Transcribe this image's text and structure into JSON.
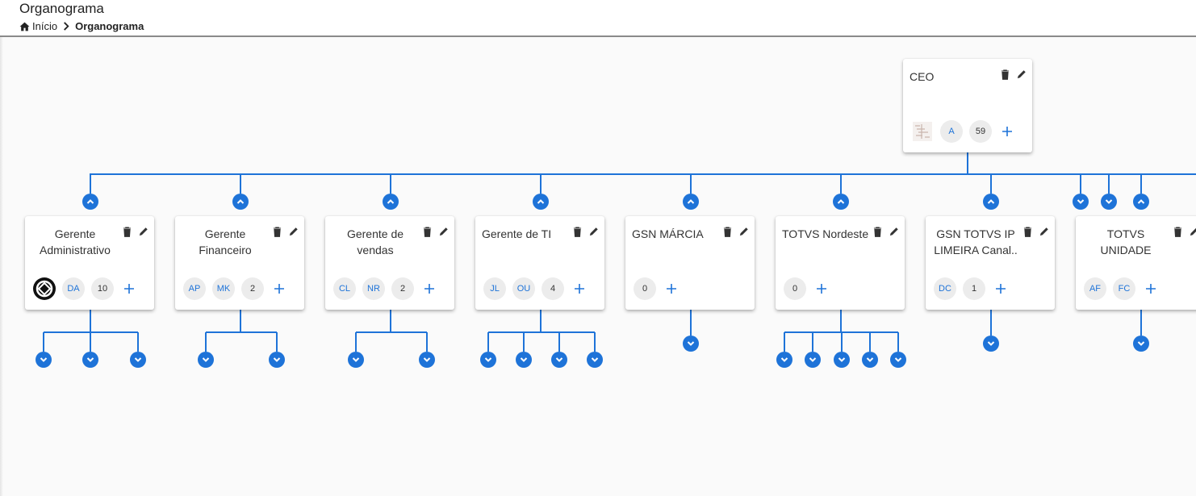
{
  "header": {
    "title": "Organograma",
    "breadcrumb": {
      "home": "Início",
      "current": "Organograma"
    }
  },
  "colors": {
    "accent": "#1e73d8",
    "line": "#1e73d8",
    "chip_bg": "#ececec"
  },
  "icons": {
    "delete": "trash-icon",
    "edit": "pencil-icon",
    "add": "plus-icon",
    "expand": "chevron-down-icon",
    "collapse": "chevron-up-icon"
  },
  "org": {
    "root": {
      "title": "CEO",
      "members": [
        "A"
      ],
      "count": "59"
    },
    "children": [
      {
        "title_lines": [
          "Gerente",
          "Administrativo"
        ],
        "members": [
          "DA"
        ],
        "count": "10",
        "has_logo": true,
        "sub_toggles": 3
      },
      {
        "title_lines": [
          "Gerente",
          "Financeiro"
        ],
        "members": [
          "AP",
          "MK"
        ],
        "count": "2",
        "sub_toggles": 2
      },
      {
        "title_lines": [
          "Gerente de",
          "vendas"
        ],
        "members": [
          "CL",
          "NR"
        ],
        "count": "2",
        "sub_toggles": 2
      },
      {
        "title_lines": [
          "Gerente de TI"
        ],
        "members": [
          "JL",
          "OU"
        ],
        "count": "4",
        "sub_toggles": 4
      },
      {
        "title_lines": [
          "GSN MÁRCIA"
        ],
        "members": [],
        "count": "0",
        "sub_toggles": 1
      },
      {
        "title_lines": [
          "TOTVS Nordeste"
        ],
        "members": [],
        "count": "0",
        "sub_toggles": 5
      },
      {
        "title_lines": [
          "GSN TOTVS IP",
          "LIMEIRA Canal.."
        ],
        "members": [
          "DC"
        ],
        "count": "1",
        "sub_toggles": 1
      },
      {
        "title_lines": [
          "TOTVS",
          "UNIDADE"
        ],
        "members": [
          "AF",
          "FC"
        ],
        "count": "",
        "sub_toggles": 1
      }
    ]
  }
}
